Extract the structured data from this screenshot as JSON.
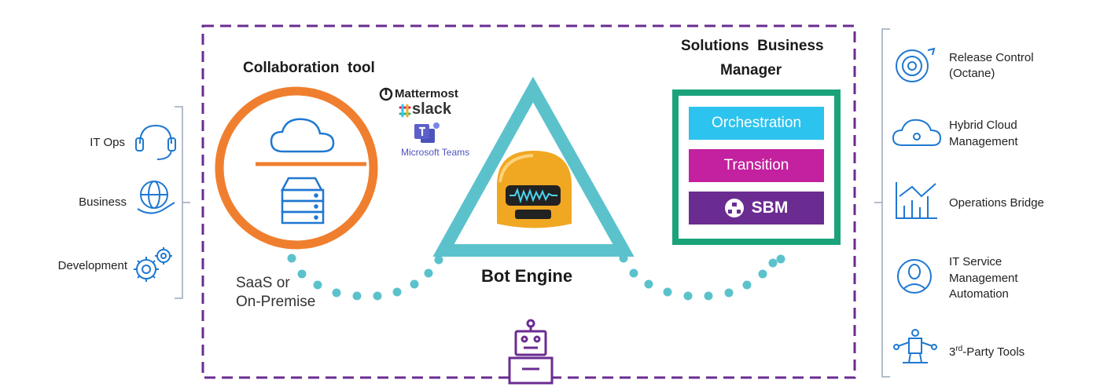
{
  "colors": {
    "frame": "#6a2c91",
    "orange": "#ef7f2f",
    "teal": "#5bc2cc",
    "green": "#1aa37a",
    "blue": "#1f78d1",
    "orchestration": "#2cc3ee",
    "transition": "#c3219f",
    "sbm": "#6a2c91"
  },
  "left_group": {
    "items": [
      {
        "label": "IT Ops",
        "icon": "headset-icon"
      },
      {
        "label": "Business",
        "icon": "globe-hand-icon"
      },
      {
        "label": "Development",
        "icon": "gears-icon"
      }
    ]
  },
  "collab": {
    "title": "Collaboration  tool",
    "hosting": [
      "SaaS or",
      "On-Premise"
    ],
    "brands": {
      "mattermost": "Mattermost",
      "slack": "slack",
      "teams": "Microsoft Teams"
    }
  },
  "bot": {
    "label": "Bot Engine"
  },
  "sbm": {
    "title_line1": "Solutions  Business",
    "title_line2": "Manager",
    "orchestration": "Orchestration",
    "transition": "Transition",
    "sbm_label": "SBM"
  },
  "right_group": {
    "items": [
      {
        "lines": [
          "Release Control",
          "(Octane)"
        ],
        "icon": "release-gear-icon"
      },
      {
        "lines": [
          "Hybrid Cloud",
          "Management"
        ],
        "icon": "cloud-gear-icon"
      },
      {
        "lines": [
          "Operations Bridge"
        ],
        "icon": "bar-chart-icon"
      },
      {
        "lines": [
          "IT Service",
          "Management",
          "Automation"
        ],
        "icon": "person-circle-icon"
      },
      {
        "lines": [
          "3rd-Party Tools"
        ],
        "icon": "tools-person-icon"
      }
    ]
  }
}
